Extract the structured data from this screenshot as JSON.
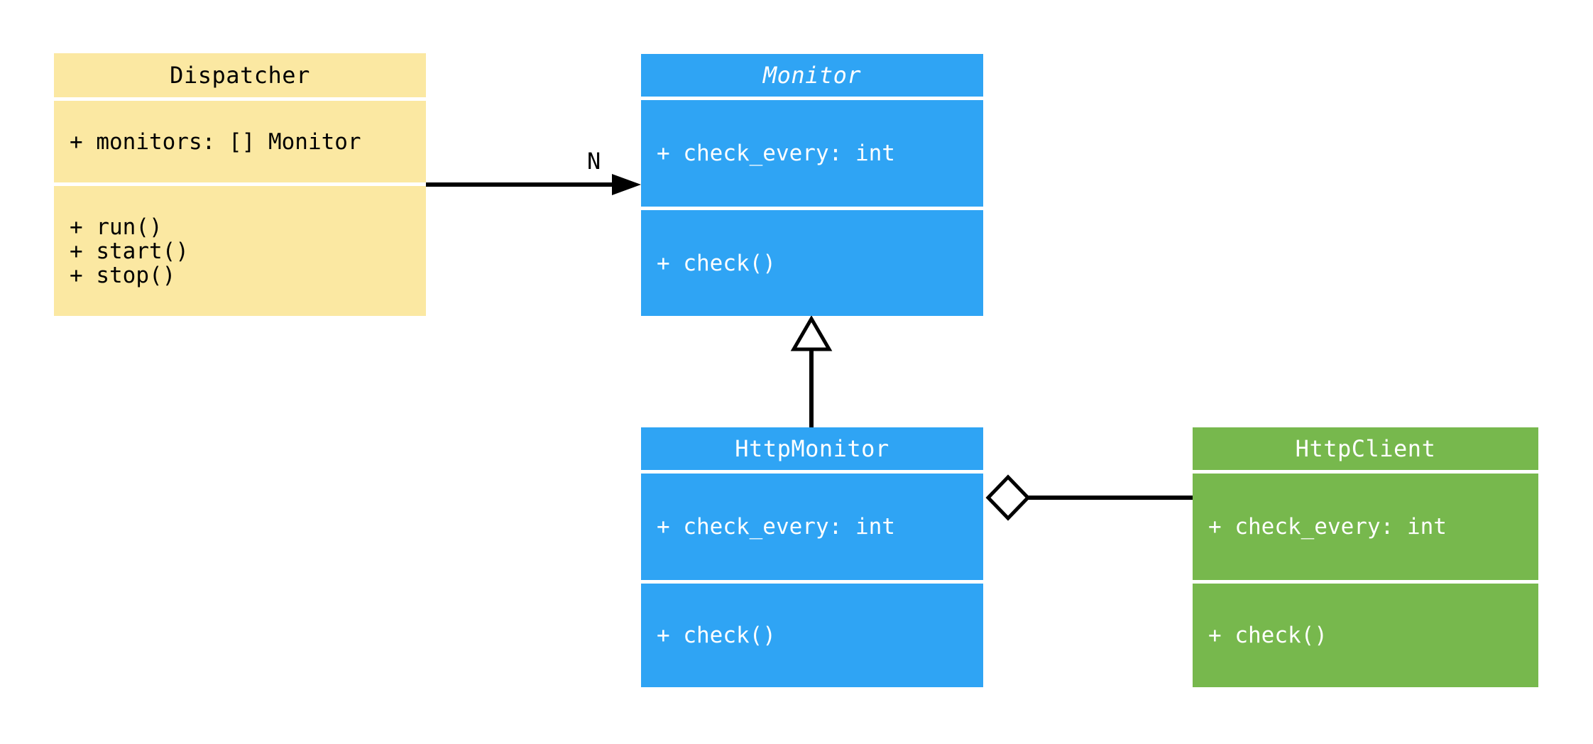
{
  "background": "#ffffff",
  "diagram": {
    "type": "uml-class-diagram",
    "connector_color": "#000000",
    "classes": [
      {
        "name": "Dispatcher",
        "abstract": false,
        "fill": "#FBE8A2",
        "text_color": "#000000",
        "attributes": [
          "+ monitors: [] Monitor"
        ],
        "methods": [
          "+ run()",
          "+ start()",
          "+ stop()"
        ]
      },
      {
        "name": "Monitor",
        "abstract": true,
        "fill": "#2FA4F4",
        "text_color": "#FFFFFF",
        "attributes": [
          "+ check_every: int"
        ],
        "methods": [
          "+ check()"
        ]
      },
      {
        "name": "HttpMonitor",
        "abstract": false,
        "fill": "#2FA4F4",
        "text_color": "#FFFFFF",
        "attributes": [
          "+ check_every: int"
        ],
        "methods": [
          "+ check()"
        ]
      },
      {
        "name": "HttpClient",
        "abstract": false,
        "fill": "#77B84D",
        "text_color": "#FFFFFF",
        "attributes": [
          "+ check_every: int"
        ],
        "methods": [
          "+ check()"
        ]
      }
    ],
    "relations": [
      {
        "type": "association",
        "from": "Dispatcher",
        "to": "Monitor",
        "label": "N",
        "arrowhead": "filled-arrow"
      },
      {
        "type": "inheritance",
        "from": "HttpMonitor",
        "to": "Monitor",
        "arrowhead": "hollow-triangle"
      },
      {
        "type": "aggregation",
        "from": "HttpMonitor",
        "to": "HttpClient",
        "arrowhead": "hollow-diamond"
      }
    ]
  }
}
